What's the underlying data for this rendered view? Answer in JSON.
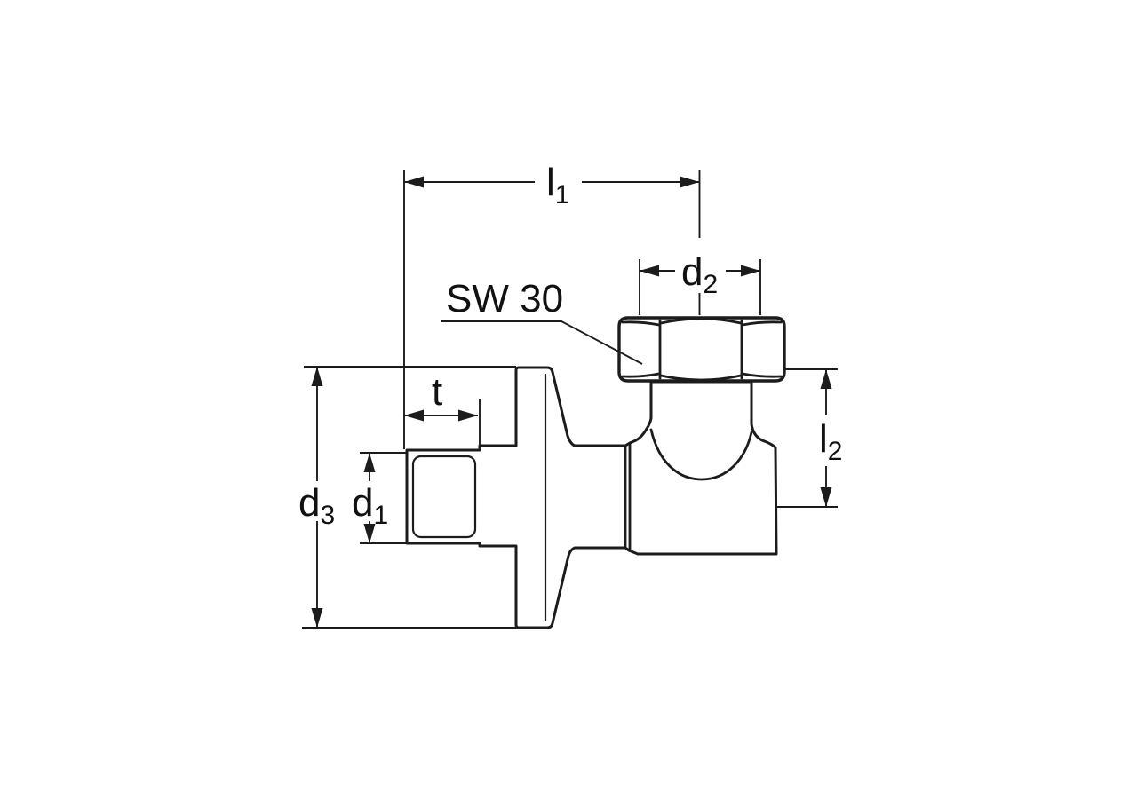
{
  "drawing": {
    "colors": {
      "line": "#1c1c1c",
      "text": "#111111",
      "background": "#ffffff"
    },
    "labels": {
      "l1_base": "l",
      "l1_sub": "1",
      "d2_base": "d",
      "d2_sub": "2",
      "sw30": "SW 30",
      "t": "t",
      "d1_base": "d",
      "d1_sub": "1",
      "d3_base": "d",
      "d3_sub": "3",
      "l2_base": "l",
      "l2_sub": "2"
    }
  }
}
